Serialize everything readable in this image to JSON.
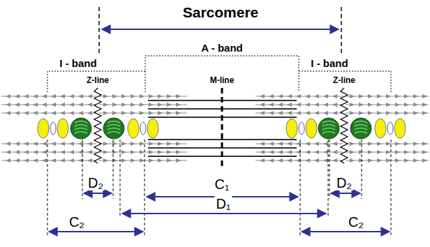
{
  "diagram": {
    "labels": [
      "Sarcomere",
      "I - band",
      "A - band",
      "I - band",
      "Z-line",
      "M-line",
      "Z-line",
      "D₂",
      "C₁",
      "D₂",
      "D₁",
      "C₂",
      "C₂"
    ]
  }
}
